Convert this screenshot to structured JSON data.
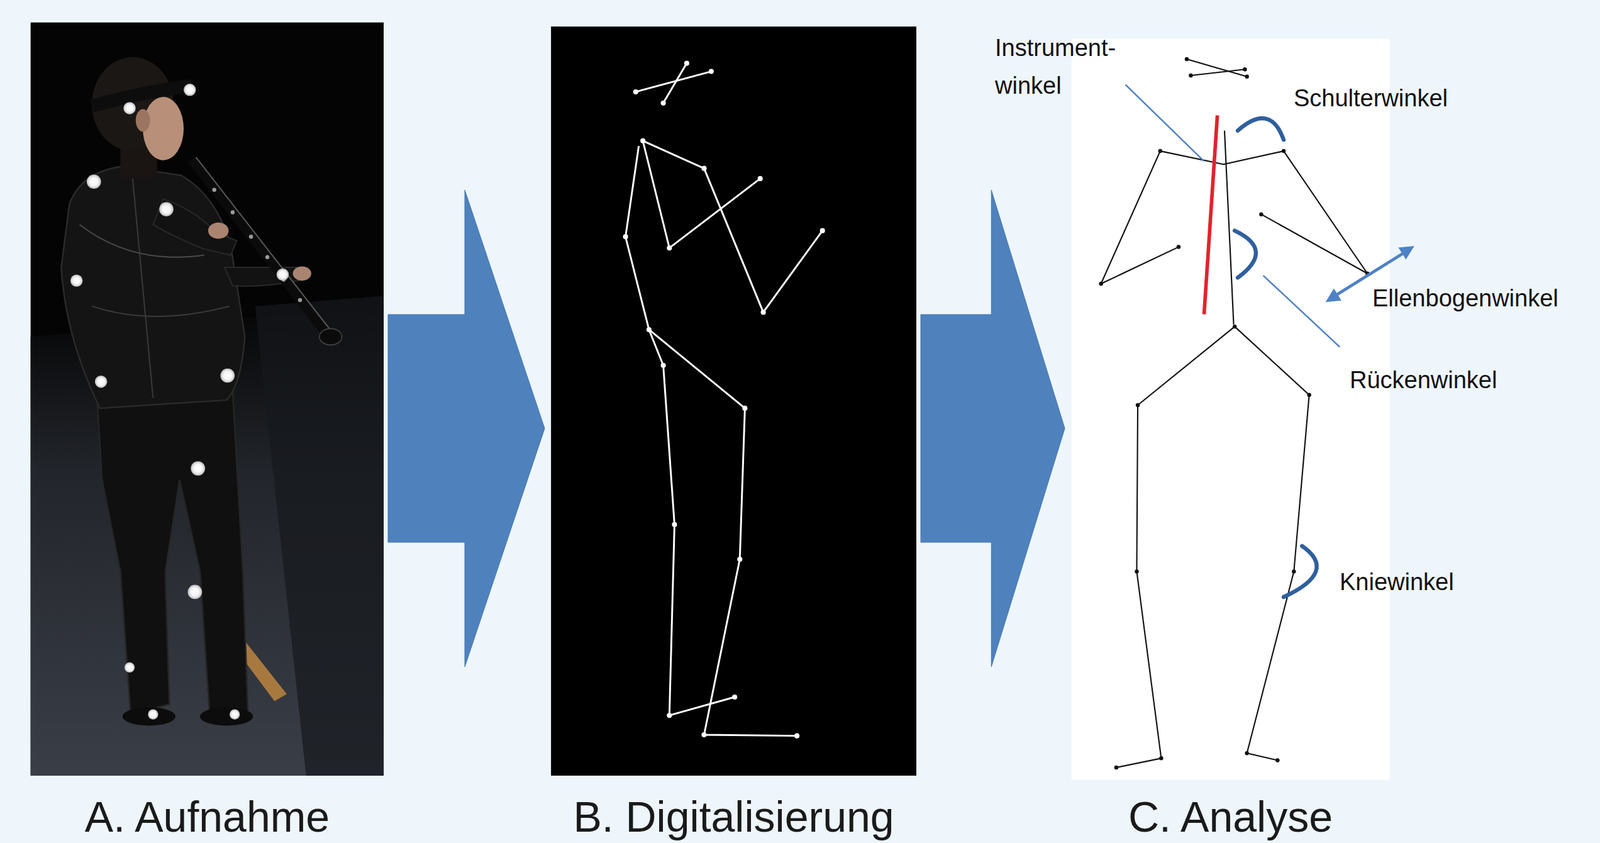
{
  "diagram": {
    "nodes": [
      {
        "text": [
          "A. Aufnahme"
        ]
      },
      {
        "text": [
          "B. Digitalisierung"
        ]
      },
      {
        "text": [
          "C. Analyse"
        ]
      }
    ],
    "edges": [
      {
        "from": 0,
        "to": 1,
        "arrow": "to"
      },
      {
        "from": 1,
        "to": 2,
        "arrow": "to"
      }
    ],
    "labels": [
      "Instrument- winkel",
      "Schulterwinkel",
      "Ellenbogenwinkel",
      "Rückenwinkel",
      "Kniewinkel"
    ]
  }
}
